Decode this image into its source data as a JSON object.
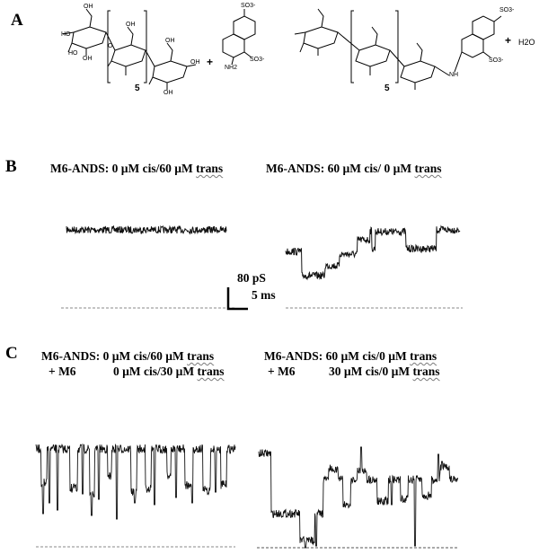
{
  "panels": {
    "a": {
      "label": "A",
      "left_scheme": {
        "repeat_count": "5",
        "plus": "+",
        "atoms": {
          "oh": "OH",
          "ho": "HO",
          "o": "O",
          "nh2": "NH2",
          "so3_top": "SO3-",
          "so3_bottom": "SO3-"
        }
      },
      "right_scheme": {
        "repeat_count": "5",
        "plus": "+",
        "water": "H2O",
        "atoms": {
          "nh": "NH",
          "so3_top": "SO3-",
          "so3_bottom": "SO3-"
        }
      }
    },
    "b": {
      "label": "B",
      "left_condition": {
        "prefix": "M6-ANDS: 0 µM cis/60 µM ",
        "trans": "trans"
      },
      "right_condition": {
        "prefix": "M6-ANDS: 60 µM cis/ 0 µM ",
        "trans": "trans"
      },
      "scale_bar": {
        "current": "80 pS",
        "time": "5 ms"
      }
    },
    "c": {
      "label": "C",
      "left_condition": {
        "line1_prefix": "M6-ANDS: 0 µM cis/60 µM ",
        "line1_trans": "trans",
        "line2_additive": "+ M6",
        "line2_conc": "0 µM cis/30 µM ",
        "line2_trans": "trans"
      },
      "right_condition": {
        "line1_prefix": "M6-ANDS: 60 µM cis/0 µM ",
        "line1_trans": "trans",
        "line2_additive": "+ M6",
        "line2_conc": "30 µM cis/0 µM ",
        "line2_trans": "trans"
      }
    }
  },
  "colors": {
    "trace": "#111111",
    "baseline": "#8a8a8a",
    "text": "#000000"
  }
}
